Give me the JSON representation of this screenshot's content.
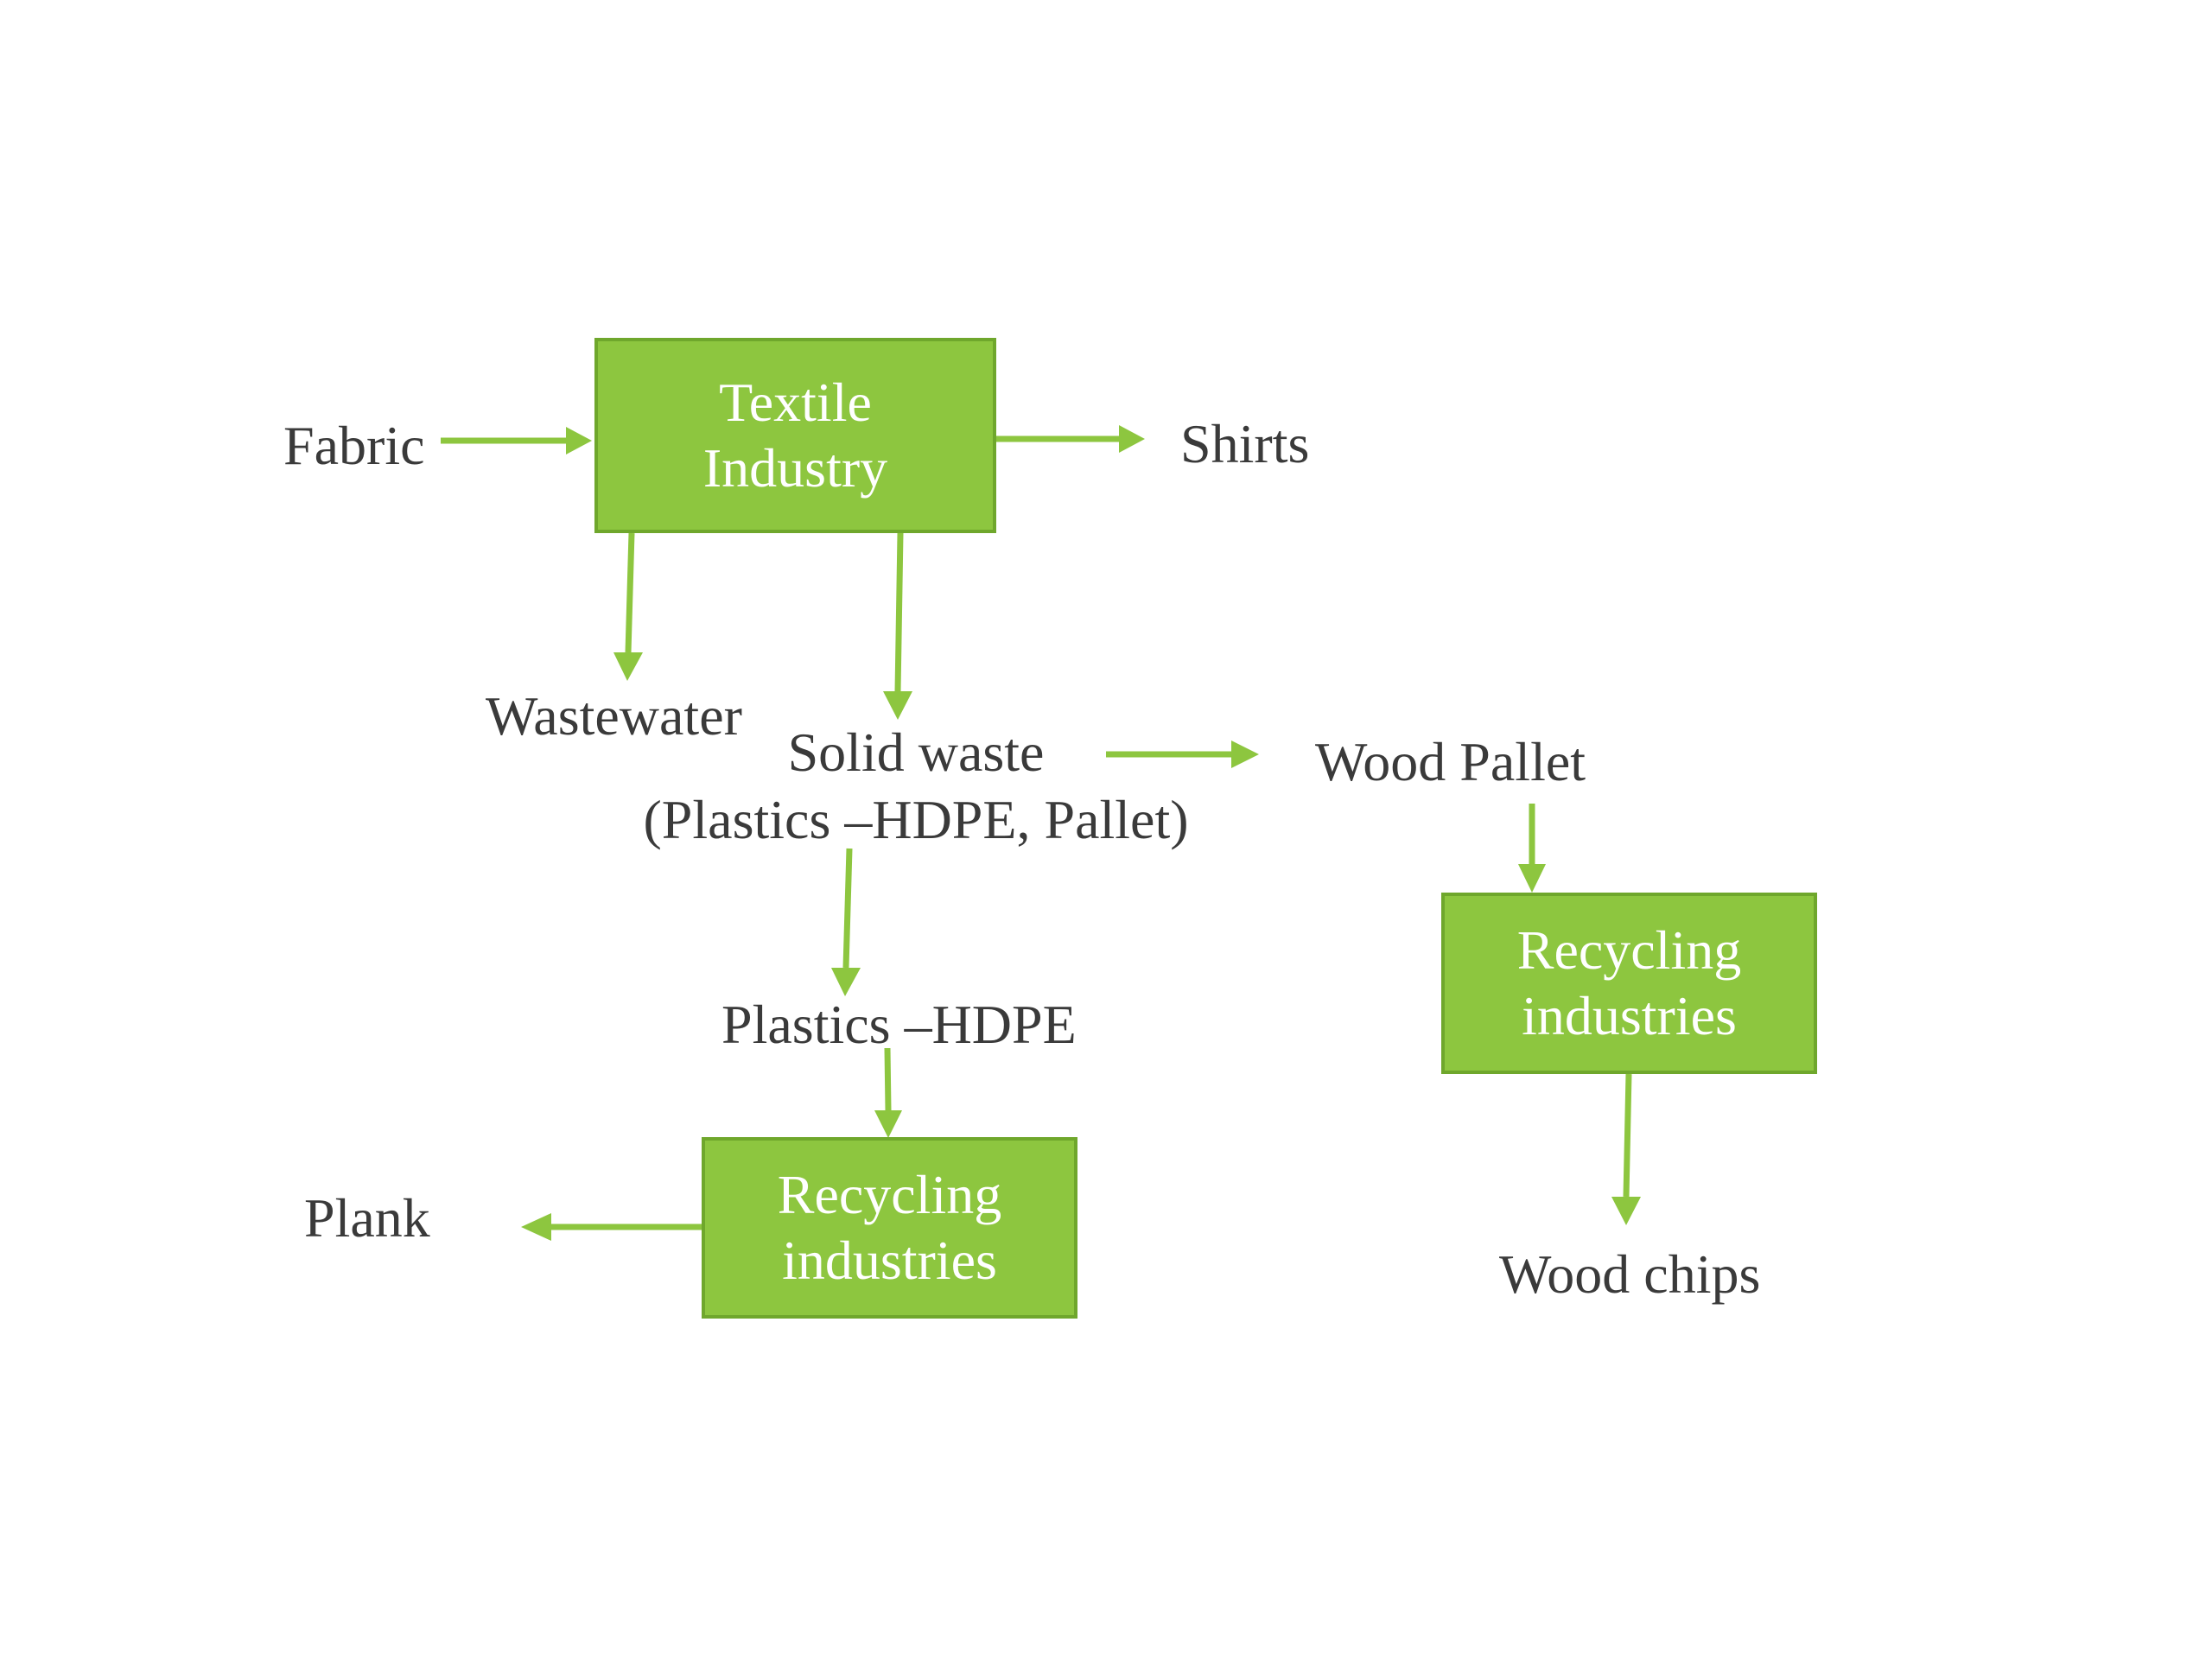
{
  "diagram": {
    "nodes": {
      "textile": {
        "lines": [
          "Textile",
          "Industry"
        ]
      },
      "recycling_right": {
        "lines": [
          "Recycling",
          "industries"
        ]
      },
      "recycling_bottom": {
        "lines": [
          "Recycling",
          "industries"
        ]
      },
      "fabric": "Fabric",
      "shirts": "Shirts",
      "wastewater": "Wastewater",
      "solid_waste": {
        "lines": [
          "Solid waste",
          "(Plastics –HDPE, Pallet)"
        ]
      },
      "wood_pallet": "Wood Pallet",
      "plastics_hdpe": "Plastics –HDPE",
      "plank": "Plank",
      "wood_chips": "Wood chips"
    },
    "colors": {
      "box_fill": "#8dc63f",
      "box_border": "#6fa72c",
      "arrow": "#8dc63f",
      "text": "#3a3a3a",
      "box_text": "#ffffff"
    }
  }
}
